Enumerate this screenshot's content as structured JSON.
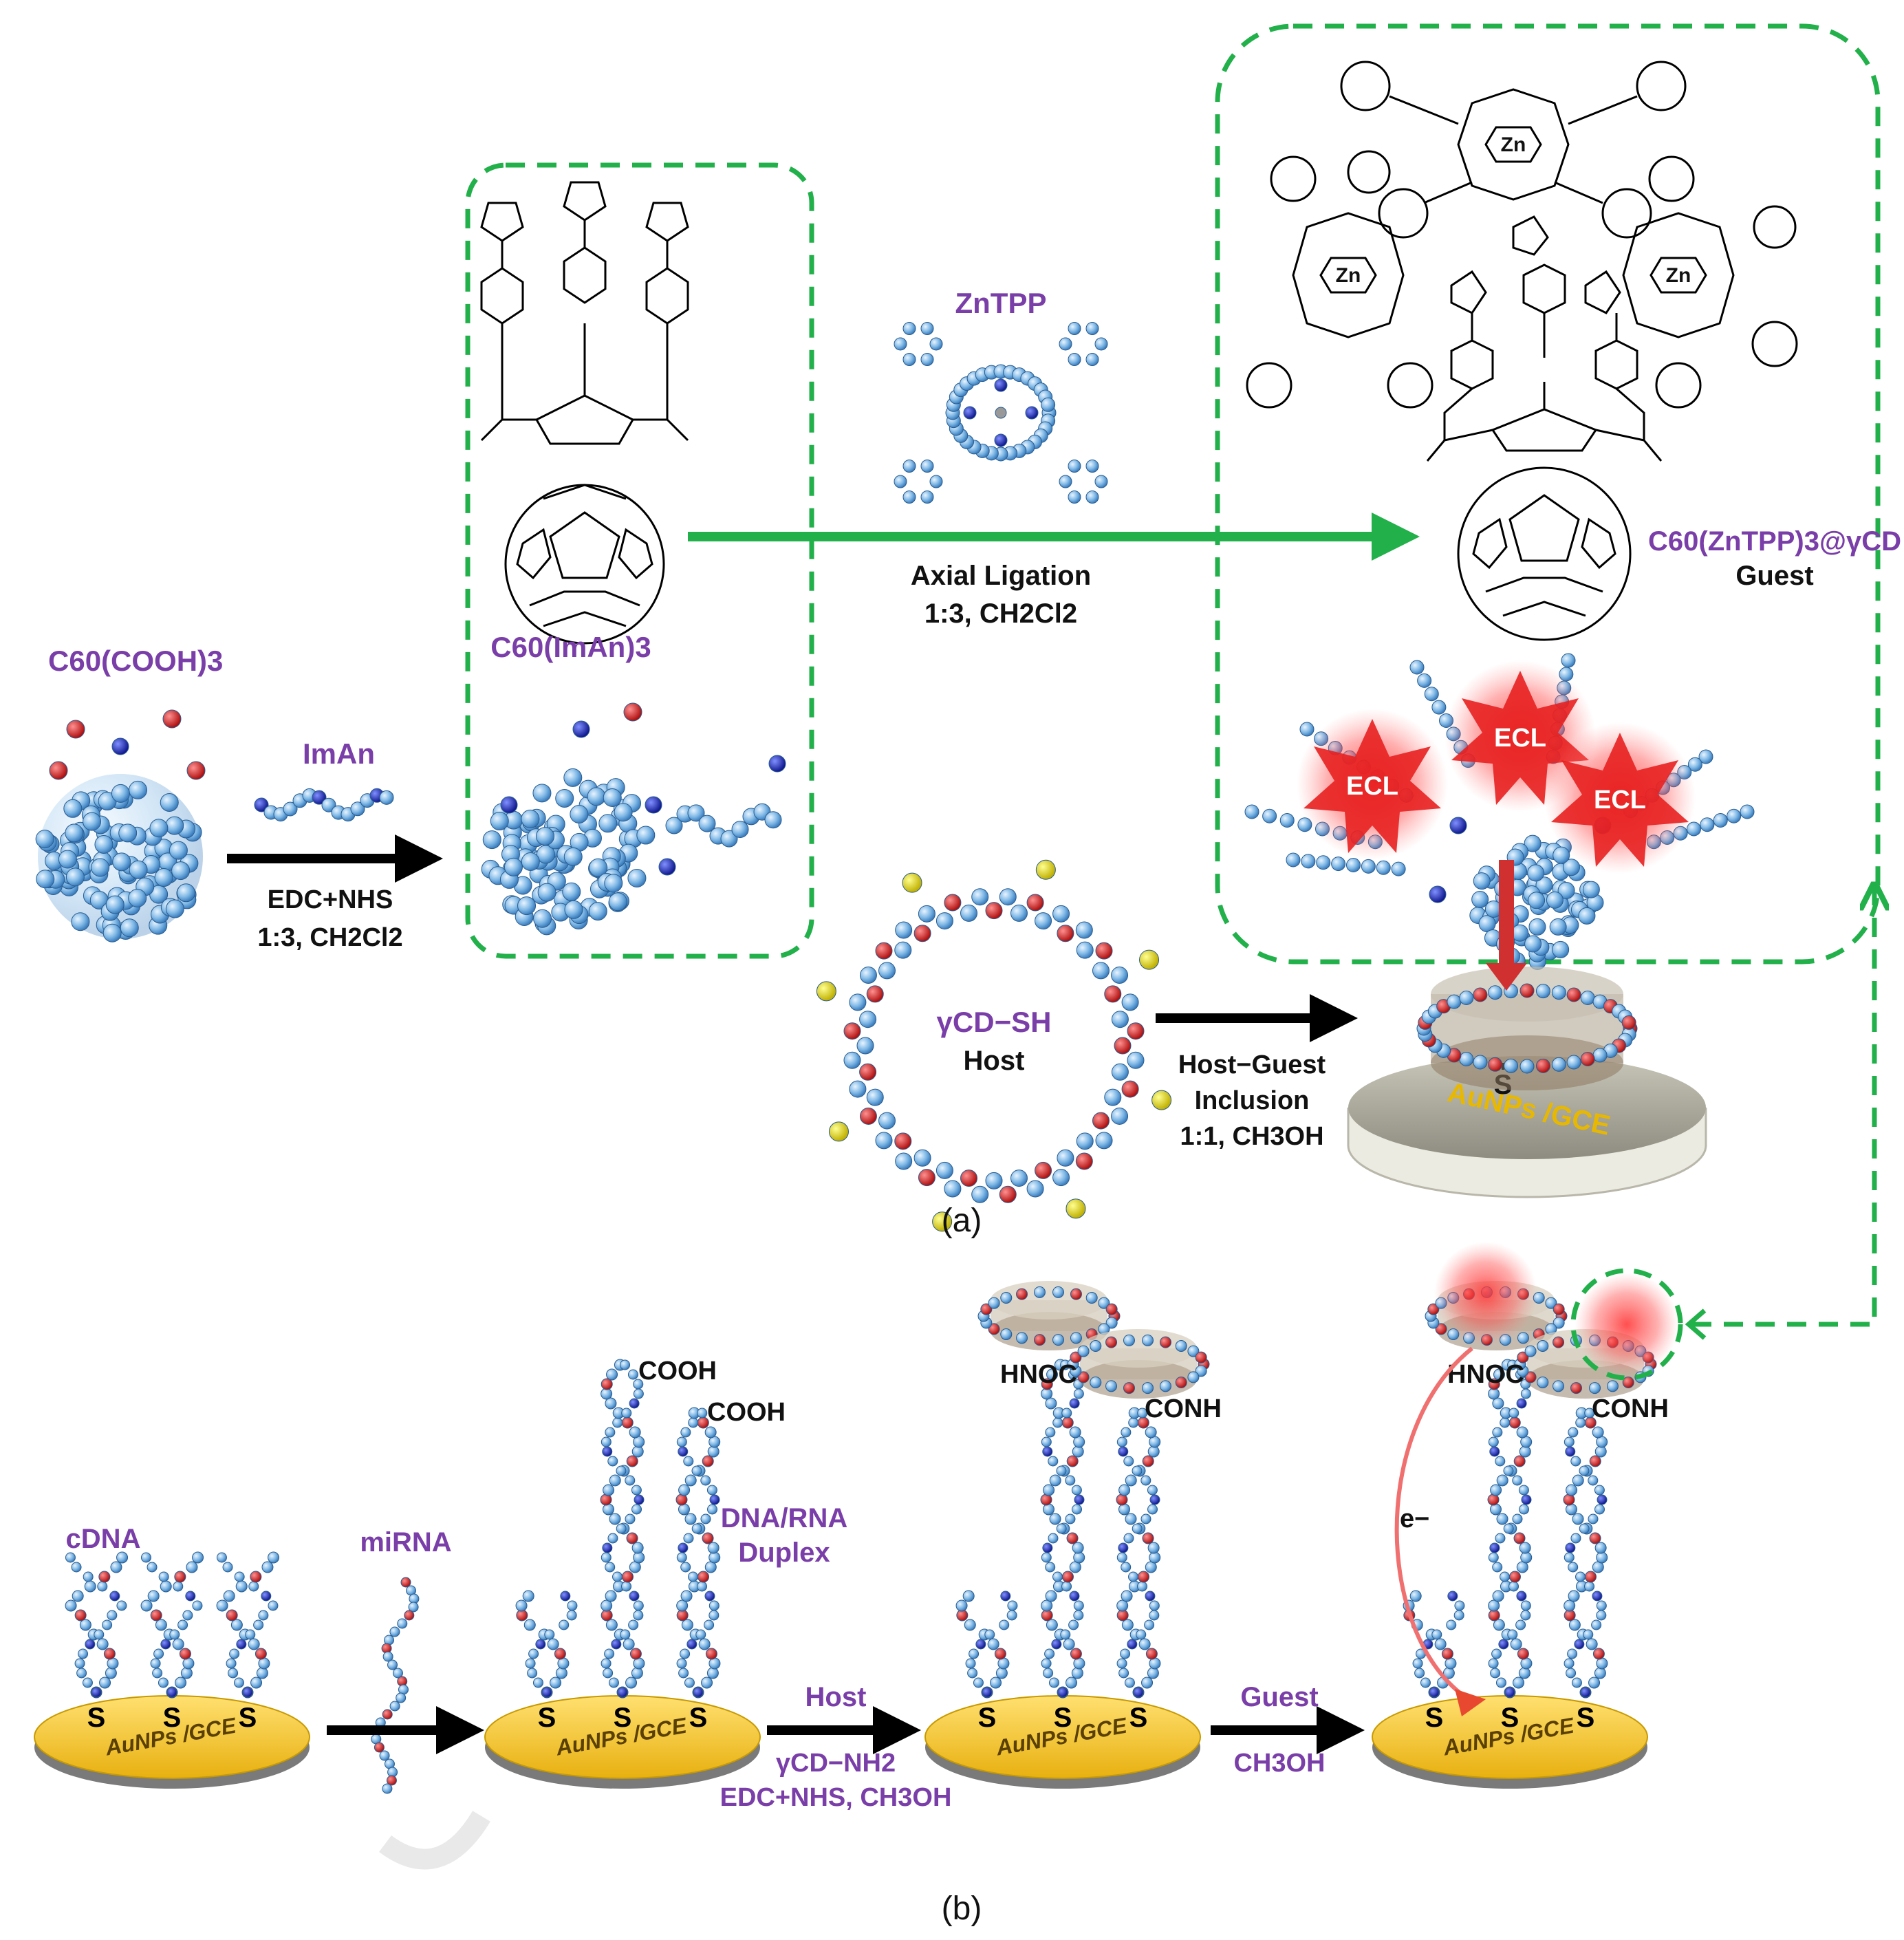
{
  "colors": {
    "accent_purple": "#7a3ea8",
    "arrow_green": "#22b04a",
    "carbon": "#7fb8e6",
    "oxygen": "#d42020",
    "nitrogen": "#2030c8",
    "sulfur": "#e8e020",
    "electrode_gold": "#f0c020",
    "ecl_red": "#e02020"
  },
  "panel_a": {
    "label": "(a)",
    "c60_cooh3": "C60(COOH)3",
    "iman": "ImAn",
    "step1_cond_1": "EDC+NHS",
    "step1_cond_2": "1:3, CH2Cl2",
    "c60_iman3": "C60(ImAn)3",
    "zntpp": "ZnTPP",
    "step2_cond_1": "Axial Ligation",
    "step2_cond_2": "1:3, CH2Cl2",
    "guest_name": "C60(ZnTPP)3@γCD",
    "guest_role": "Guest",
    "ecl_labels": [
      "ECL",
      "ECL",
      "ECL"
    ],
    "host_name": "γCD−SH",
    "host_role": "Host",
    "step3_cond_1": "Host−Guest",
    "step3_cond_2": "Inclusion",
    "step3_cond_3": "1:1, CH3OH",
    "electrode_label": "AuNPs /GCE",
    "sulfur_label": "S"
  },
  "panel_b": {
    "label": "(b)",
    "cdna": "cDNA",
    "mirna": "miRNA",
    "duplex_1": "DNA/RNA",
    "duplex_2": "Duplex",
    "cooh_1": "COOH",
    "cooh_2": "COOH",
    "host_step": "Host",
    "host_cond_1": "γCD−NH2",
    "host_cond_2": "EDC+NHS, CH3OH",
    "hnoc": "HNOC",
    "conh": "CONH",
    "guest_step": "Guest",
    "guest_cond": "CH3OH",
    "electron": "e−",
    "electrode_label": "AuNPs /GCE",
    "sulfur_label": "S"
  }
}
